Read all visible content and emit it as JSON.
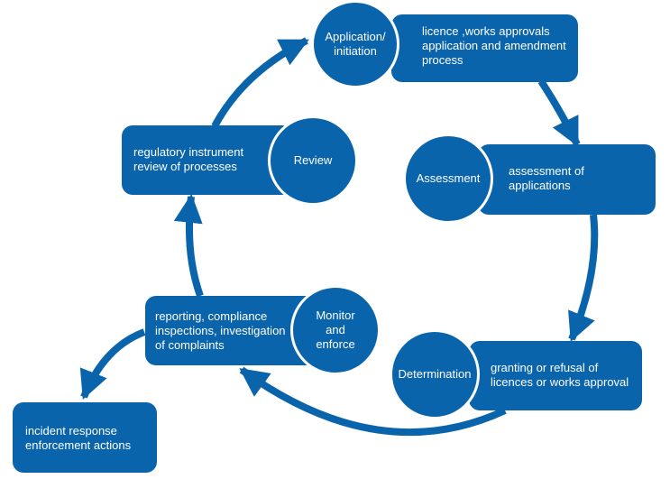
{
  "diagram": {
    "type": "cycle",
    "color": "#0a64ac",
    "stages": [
      {
        "id": "application",
        "label_lines": [
          "Application/",
          "initiation"
        ],
        "description_lines": [
          "licence ,works approvals",
          "application and amendment",
          "process"
        ]
      },
      {
        "id": "assessment",
        "label_lines": [
          "Assessment"
        ],
        "description_lines": [
          "assessment of",
          "applications"
        ]
      },
      {
        "id": "determination",
        "label_lines": [
          "Determination"
        ],
        "description_lines": [
          "granting or refusal of",
          "licences or works approval"
        ]
      },
      {
        "id": "monitor",
        "label_lines": [
          "Monitor",
          "and",
          "enforce"
        ],
        "description_lines": [
          "reporting, compliance",
          "inspections, investigation",
          "of complaints"
        ]
      },
      {
        "id": "review",
        "label_lines": [
          "Review"
        ],
        "description_lines": [
          "regulatory instrument",
          "review of processes"
        ]
      }
    ],
    "branch": {
      "from": "monitor",
      "description_lines": [
        "incident response",
        "enforcement actions"
      ]
    },
    "flow": [
      "application -> assessment",
      "assessment -> determination",
      "determination -> monitor",
      "monitor -> review",
      "review -> application",
      "monitor -> branch"
    ]
  }
}
